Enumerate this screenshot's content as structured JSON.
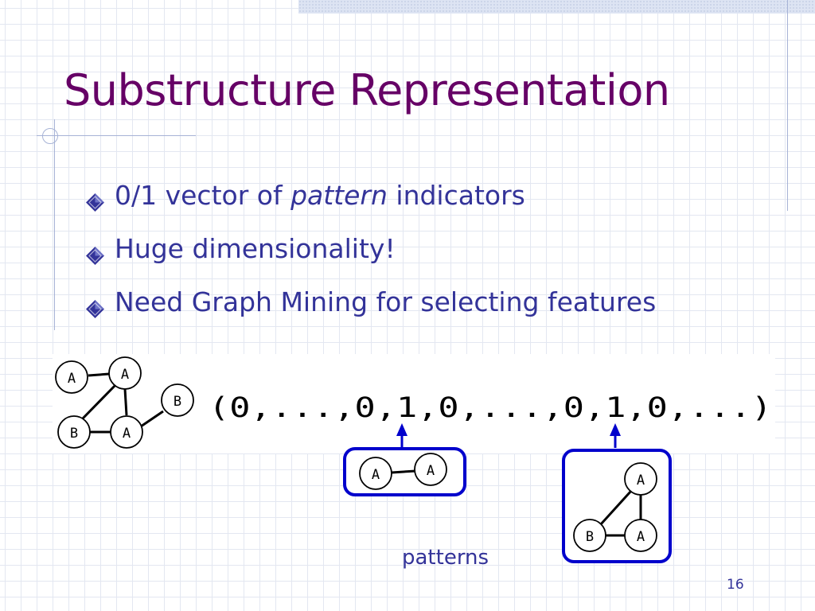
{
  "slide": {
    "title": "Substructure Representation",
    "number": "16"
  },
  "bullets": [
    {
      "pre": "0/1 vector of ",
      "em": "pattern",
      "post": " indicators"
    },
    {
      "pre": "Huge dimensionality!",
      "em": "",
      "post": ""
    },
    {
      "pre": "Need Graph Mining for selecting features",
      "em": "",
      "post": ""
    }
  ],
  "figure": {
    "vector_text": "(0,...,0,1,0,...,0,1,0,...)",
    "main_graph_nodes": [
      "A",
      "A",
      "B",
      "A",
      "B"
    ],
    "pattern1_nodes": [
      "A",
      "A"
    ],
    "pattern2_nodes": [
      "A",
      "B",
      "A"
    ],
    "caption": "patterns"
  },
  "colors": {
    "title": "#660066",
    "text": "#333399",
    "highlight": "#0000cc",
    "bullet_icon": "#333399"
  },
  "icons": {
    "bullet": "diamond-bullet-icon",
    "arrow": "up-arrow-icon"
  }
}
